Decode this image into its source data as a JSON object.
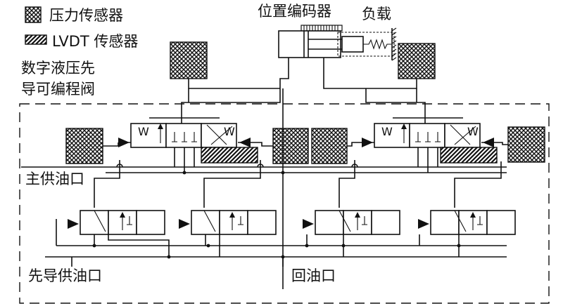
{
  "legend": {
    "pressure_sensor": "压力传感器",
    "lvdt_sensor": "LVDT 传感器"
  },
  "labels": {
    "digital_valve": "数字液压先导可编程阀",
    "digital_valve_line1": "数字液压先",
    "digital_valve_line2": "导可编程阀",
    "position_encoder": "位置编码器",
    "load": "负载",
    "main_supply_port": "主供油口",
    "pilot_supply_port": "先导供油口",
    "return_port": "回油口"
  },
  "valve_spring_marks": {
    "left": "W",
    "right": "W"
  },
  "colors": {
    "ink": "#111111",
    "background": "#ffffff"
  }
}
